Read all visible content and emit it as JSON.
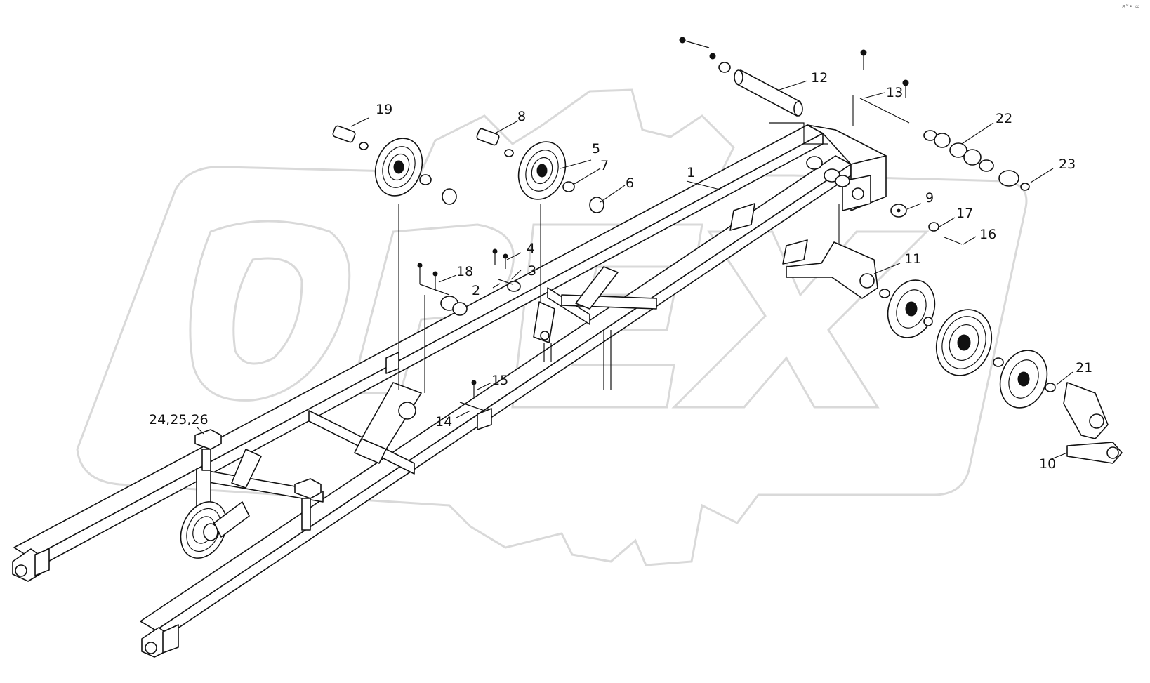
{
  "diagram": {
    "corner_mark": "a°• ∞",
    "watermark_text": "OPEX",
    "callouts": [
      {
        "id": "c1",
        "text": "1"
      },
      {
        "id": "c2",
        "text": "2"
      },
      {
        "id": "c3",
        "text": "3"
      },
      {
        "id": "c4",
        "text": "4"
      },
      {
        "id": "c5",
        "text": "5"
      },
      {
        "id": "c6",
        "text": "6"
      },
      {
        "id": "c7",
        "text": "7"
      },
      {
        "id": "c8",
        "text": "8"
      },
      {
        "id": "c9",
        "text": "9"
      },
      {
        "id": "c10",
        "text": "10"
      },
      {
        "id": "c11",
        "text": "11"
      },
      {
        "id": "c12",
        "text": "12"
      },
      {
        "id": "c13",
        "text": "13"
      },
      {
        "id": "c14",
        "text": "14"
      },
      {
        "id": "c15",
        "text": "15"
      },
      {
        "id": "c16",
        "text": "16"
      },
      {
        "id": "c17",
        "text": "17"
      },
      {
        "id": "c18",
        "text": "18"
      },
      {
        "id": "c19",
        "text": "19"
      },
      {
        "id": "c21",
        "text": "21"
      },
      {
        "id": "c22",
        "text": "22"
      },
      {
        "id": "c23",
        "text": "23"
      },
      {
        "id": "c24",
        "text": "24,25,26"
      }
    ]
  }
}
